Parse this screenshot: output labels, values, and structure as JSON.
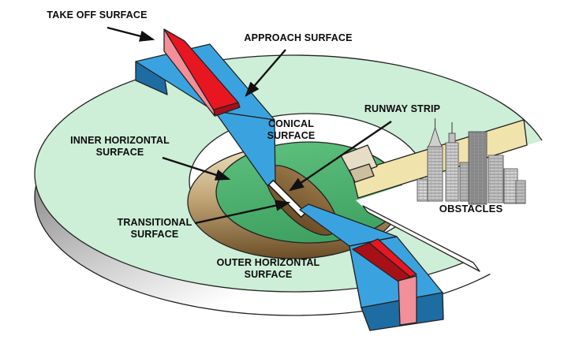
{
  "labels": {
    "take_off": "TAKE OFF SURFACE",
    "approach": "APPROACH SURFACE",
    "conical": "CONICAL\nSURFACE",
    "inner_horizontal": "INNER HORIZONTAL\nSURFACE",
    "runway_strip": "RUNWAY STRIP",
    "transitional": "TRANSITIONAL\nSURFACE",
    "outer_horizontal": "OUTER HORIZONTAL\nSURFACE",
    "obstacles": "OBSTACLES"
  },
  "colors": {
    "background": "#ffffff",
    "mint": "#cdeed7",
    "conical": "#ffffff",
    "cream": "#f0e3ac",
    "tan": "#c2a677",
    "inner_green": "#4db56f",
    "brown": "#8a6a3e",
    "blue": "#3aa3df",
    "blue_dark": "#1d6da3",
    "red": "#e81620",
    "red_dark": "#a81018",
    "pink": "#f28f99",
    "rim": "#9a9a9a",
    "skyline_gray": "#8c8c8c",
    "outline": "#222222",
    "label": "#0b0b0b"
  }
}
